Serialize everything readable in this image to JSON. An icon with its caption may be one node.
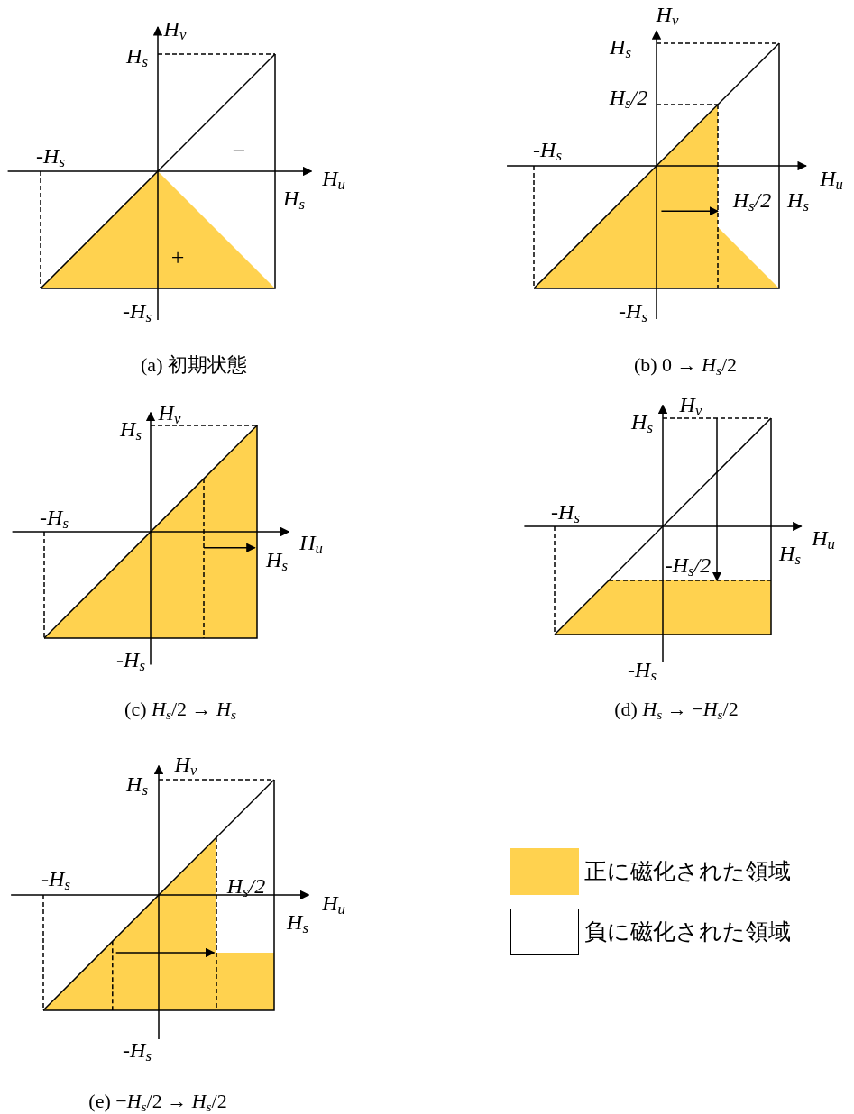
{
  "diagram": {
    "labels": [
      "H$_{v}$",
      "H$_{s}$",
      "-H$_{s}$",
      "−",
      "H$_{u}$",
      "H$_{s}$",
      "+",
      "-H$_{s}$",
      "(a) 初期状態",
      "H$_{v}$",
      "H$_{s}$",
      "H$_{s}$/2",
      "-H$_{s}$",
      "H$_{u}$",
      "H$_{s}$/2",
      "H$_{s}$",
      "-H$_{s}$",
      "(b) 0 → *H*$_{s}$/2",
      "H$_{v}$",
      "H$_{s}$",
      "-H$_{s}$",
      "H$_{u}$",
      "H$_{s}$",
      "-H$_{s}$",
      "(c) *H*$_{s}$/2 → *H*$_{s}$",
      "H$_{s}$",
      "H$_{v}$",
      "-H$_{s}$",
      "H$_{u}$",
      "H$_{s}$",
      "-H$_{s}$/2",
      "-H$_{s}$",
      "(d) *H*$_{s}$ → −*H*$_{s}$/2",
      "H$_{v}$",
      "H$_{s}$",
      "-H$_{s}$",
      "H$_{s}$/2",
      "H$_{u}$",
      "H$_{s}$",
      "-H$_{s}$",
      "(e) −*H*$_{s}$/2 → *H*$_{s}$/2"
    ],
    "legend": [
      {
        "text": "正に磁化された領域",
        "color": "#ffd24f"
      },
      {
        "text": "負に磁化された領域",
        "color": "#ffffff"
      }
    ]
  }
}
